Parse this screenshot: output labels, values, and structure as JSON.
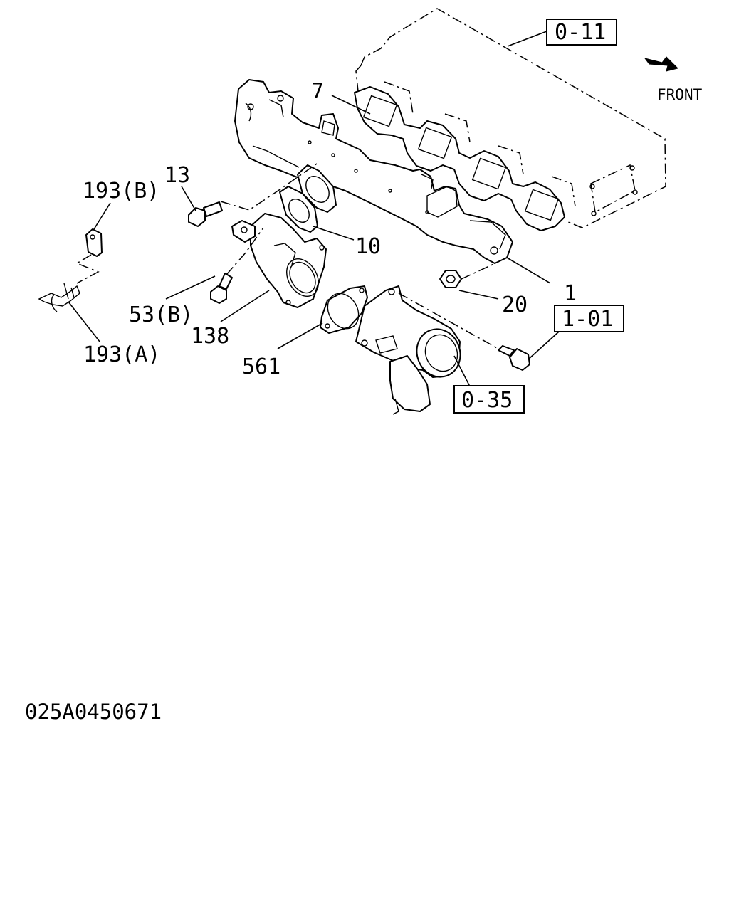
{
  "diagram": {
    "front_label": "FRONT",
    "drawing_code": "025A0450671",
    "callouts": [
      {
        "id": "7",
        "text": "7"
      },
      {
        "id": "13",
        "text": "13"
      },
      {
        "id": "193b",
        "text": "193(B)"
      },
      {
        "id": "10",
        "text": "10"
      },
      {
        "id": "1",
        "text": "1"
      },
      {
        "id": "20",
        "text": "20"
      },
      {
        "id": "53b",
        "text": "53(B)"
      },
      {
        "id": "138",
        "text": "138"
      },
      {
        "id": "561",
        "text": "561"
      },
      {
        "id": "193a",
        "text": "193(A)"
      }
    ],
    "boxed_refs": [
      {
        "id": "0-11",
        "text": "0-11"
      },
      {
        "id": "1-01",
        "text": "1-01"
      },
      {
        "id": "0-35",
        "text": "0-35"
      }
    ]
  }
}
